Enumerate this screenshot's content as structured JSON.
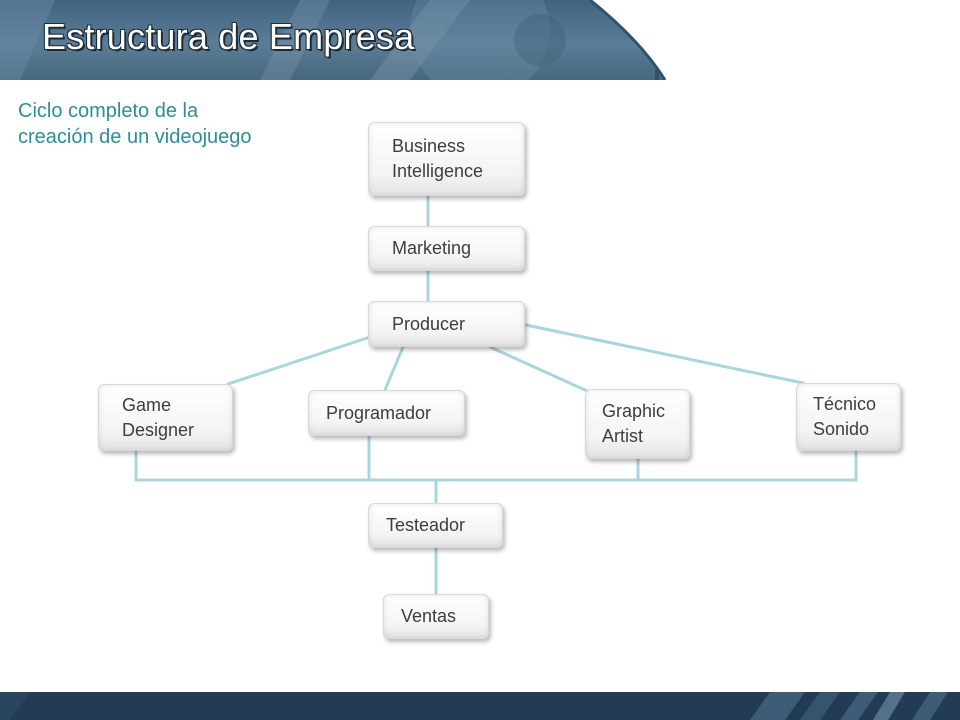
{
  "slide": {
    "title": "Estructura de Empresa",
    "subtitle": "Ciclo completo de la\ncreación de un videojuego"
  },
  "org_chart": {
    "nodes": [
      {
        "id": "business-intelligence",
        "label": "Business\nIntelligence"
      },
      {
        "id": "marketing",
        "label": "Marketing"
      },
      {
        "id": "producer",
        "label": "Producer"
      },
      {
        "id": "game-designer",
        "label": "Game\nDesigner"
      },
      {
        "id": "programador",
        "label": "Programador"
      },
      {
        "id": "graphic-artist",
        "label": "Graphic\nArtist"
      },
      {
        "id": "tecnico-sonido",
        "label": "Técnico\nSonido"
      },
      {
        "id": "testeador",
        "label": "Testeador"
      },
      {
        "id": "ventas",
        "label": "Ventas"
      }
    ],
    "edges": [
      [
        "business-intelligence",
        "marketing"
      ],
      [
        "marketing",
        "producer"
      ],
      [
        "producer",
        "game-designer"
      ],
      [
        "producer",
        "programador"
      ],
      [
        "producer",
        "graphic-artist"
      ],
      [
        "producer",
        "tecnico-sonido"
      ],
      [
        "game-designer",
        "testeador"
      ],
      [
        "programador",
        "testeador"
      ],
      [
        "graphic-artist",
        "testeador"
      ],
      [
        "tecnico-sonido",
        "testeador"
      ],
      [
        "testeador",
        "ventas"
      ]
    ]
  },
  "colors": {
    "connector": "#a9d6dc",
    "subtitle": "#2f8d96",
    "header": "#4f7089",
    "footer": "#233c53"
  }
}
